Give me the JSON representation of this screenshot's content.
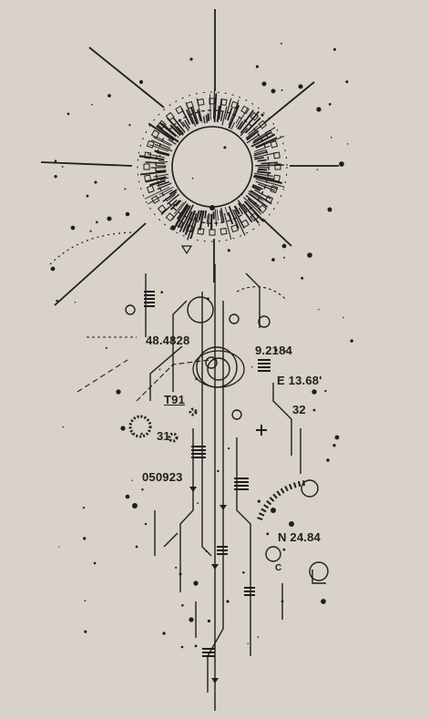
{
  "labels": {
    "coord_a": "48.4828",
    "coord_b": "9.2184",
    "east": "E 13.68'",
    "t91": "T91",
    "num_32": "32",
    "num_31": "31",
    "date": "050923",
    "north": "N 24.84",
    "glyph_c": "C"
  },
  "colors": {
    "background": "#d8d2c8",
    "ink": "#1e1e1e"
  }
}
